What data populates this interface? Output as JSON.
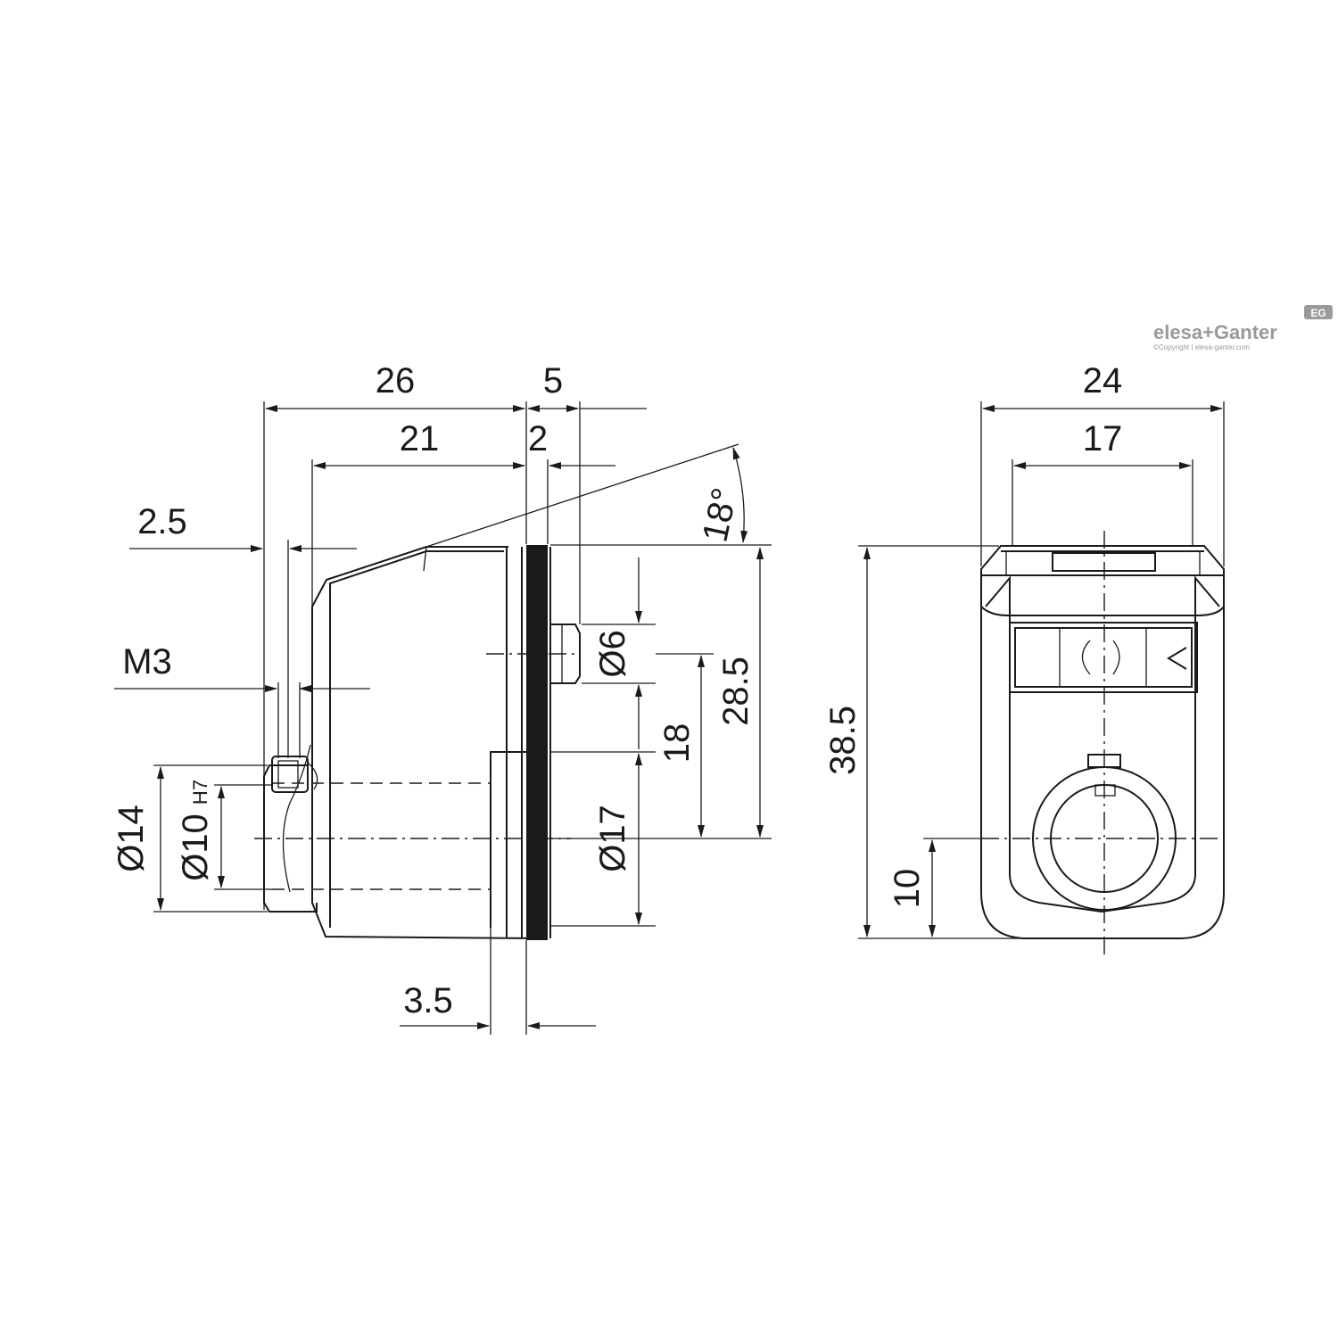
{
  "dimensions": {
    "d26": "26",
    "d5": "5",
    "d21": "21",
    "d2": "2",
    "d2_5": "2.5",
    "d18deg": "18°",
    "dM3": "M3",
    "dphi6": "Ø6",
    "d28_5": "28.5",
    "d18": "18",
    "dphi17": "Ø17",
    "dphi14": "Ø14",
    "dphi10": "Ø10",
    "dH7": "H7",
    "d3_5": "3.5",
    "d24": "24",
    "d17": "17",
    "d38_5": "38.5",
    "d10": "10"
  },
  "brand": {
    "logo": "elesa+Ganter",
    "badge": "EG",
    "copyright": "©Copyright | elesa-ganter.com"
  },
  "colors": {
    "line": "#1a1a1a",
    "logo": "#9a9a9a"
  }
}
